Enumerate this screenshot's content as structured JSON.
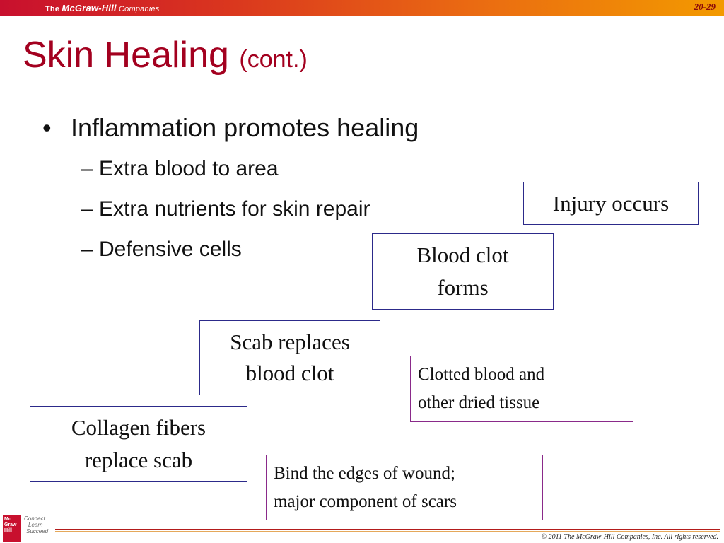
{
  "header": {
    "brand_prefix": "The ",
    "brand_name": "McGraw-Hill",
    "brand_suffix": " Companies",
    "slide_number": "20-29"
  },
  "title": {
    "main": "Skin Healing",
    "sub": "(cont.)"
  },
  "bullets": {
    "main": "Inflammation promotes healing",
    "subs": [
      "– Extra blood to area",
      "– Extra nutrients for skin repair",
      "– Defensive cells"
    ]
  },
  "boxes": {
    "injury": "Injury occurs",
    "clot_line1": "Blood clot",
    "clot_line2": "forms",
    "scab_line1": "Scab replaces",
    "scab_line2": "blood clot",
    "collagen_line1": "Collagen fibers",
    "collagen_line2": "replace scab",
    "clotted_line1": "Clotted blood and",
    "clotted_line2": "other dried tissue",
    "bind_line1": "Bind the edges of wound;",
    "bind_line2": "major component of scars"
  },
  "footer": {
    "copyright": "© 2011 The McGraw-Hill Companies, Inc. All rights reserved.",
    "logo_lines": [
      "Mc",
      "Graw",
      "Hill"
    ],
    "tagline": [
      "Connect",
      "Learn",
      "Succeed"
    ]
  },
  "colors": {
    "title": "#a3001f",
    "box_border_blue": "#2c2a8a",
    "box_border_purple": "#8a2a8a",
    "header_start": "#c8102e",
    "header_end": "#f39a00"
  }
}
